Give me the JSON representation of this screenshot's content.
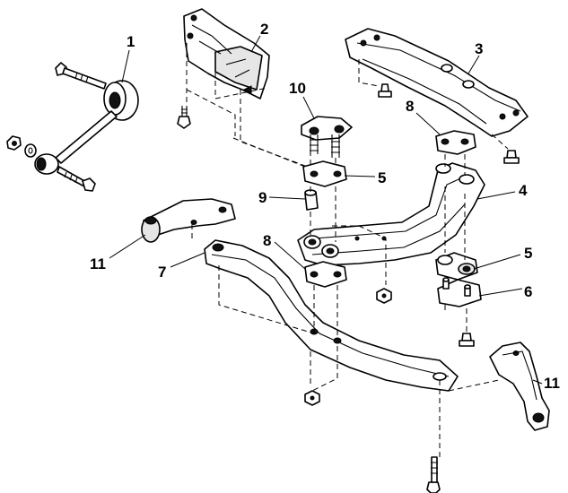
{
  "callouts": {
    "c1": "1",
    "c2": "2",
    "c3": "3",
    "c4": "4",
    "c5a": "5",
    "c5b": "5",
    "c6": "6",
    "c7": "7",
    "c8a": "8",
    "c8b": "8",
    "c9": "9",
    "c10": "10",
    "c11a": "11",
    "c11b": "11"
  },
  "colors": {
    "line": "#000000",
    "background": "#ffffff",
    "shade": "#e6e6e6"
  }
}
